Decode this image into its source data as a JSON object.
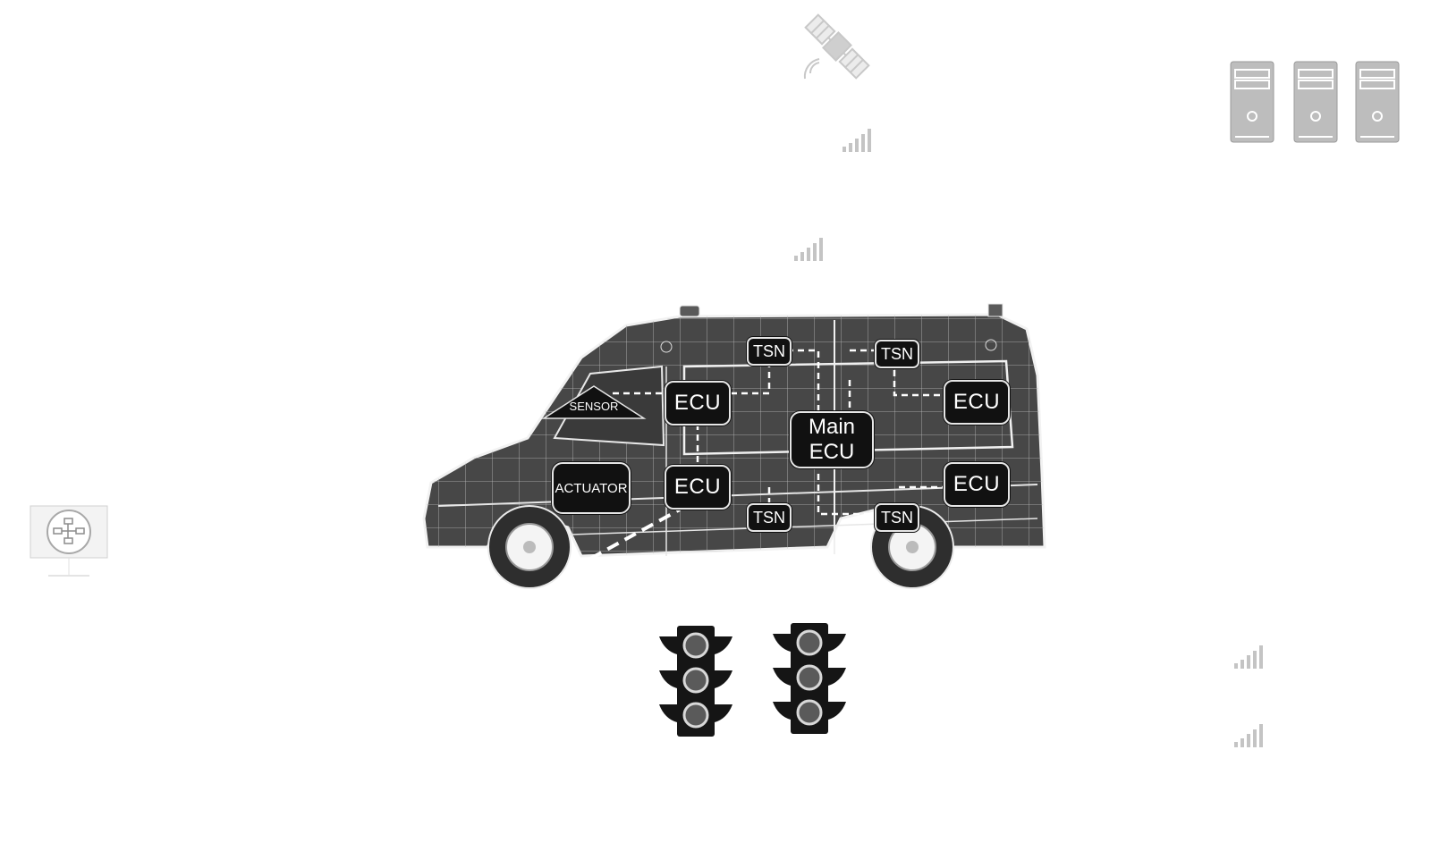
{
  "vehicle": {
    "sensor_label": "SENSOR",
    "actuator_label": "ACTUATOR",
    "ecu_label": "ECU",
    "main_ecu_line1": "Main",
    "main_ecu_line2": "ECU",
    "tsn_label": "TSN"
  },
  "icons": {
    "satellite": "satellite-icon",
    "signal": "signal-bars-icon",
    "server": "server-tower-icon",
    "traffic_light": "traffic-light-icon",
    "network_monitor": "network-monitor-icon"
  },
  "colors": {
    "node_fill": "#111111",
    "node_border": "#e6e6e6",
    "van_body": "#444444",
    "icon_gray": "#bdbdbd",
    "traffic_lamp": "#5a5a5a"
  }
}
